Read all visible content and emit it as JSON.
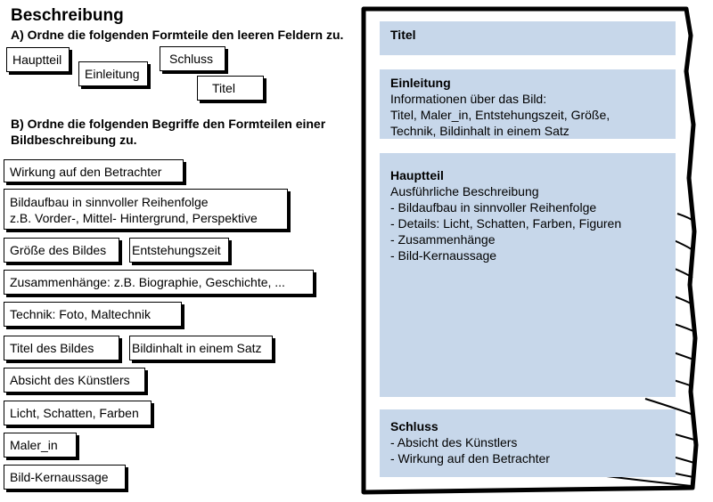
{
  "header": {
    "title": "Beschreibung",
    "task_a": "A) Ordne die folgenden Formteile den leeren Feldern zu.",
    "task_b": "B) Ordne die folgenden Begriffe den Formteilen einer Bildbeschreibung zu."
  },
  "formteile": [
    "Hauptteil",
    "Einleitung",
    "Schluss",
    "Titel"
  ],
  "begriffe": [
    {
      "lines": [
        "Wirkung auf den Betrachter"
      ]
    },
    {
      "lines": [
        "Bildaufbau in sinnvoller Reihenfolge",
        "z.B. Vorder-, Mittel- Hintergrund, Perspektive"
      ]
    },
    {
      "lines": [
        "Größe des Bildes"
      ]
    },
    {
      "lines": [
        "Entstehungszeit"
      ]
    },
    {
      "lines": [
        "Zusammenhänge: z.B. Biographie, Geschichte, ..."
      ]
    },
    {
      "lines": [
        "Technik: Foto, Maltechnik"
      ]
    },
    {
      "lines": [
        "Titel des Bildes"
      ]
    },
    {
      "lines": [
        "Bildinhalt in einem Satz"
      ]
    },
    {
      "lines": [
        "Absicht des Künstlers"
      ]
    },
    {
      "lines": [
        "Licht, Schatten, Farben"
      ]
    },
    {
      "lines": [
        "Maler_in"
      ]
    },
    {
      "lines": [
        "Bild-Kernaussage"
      ]
    }
  ],
  "notepad": {
    "sections": [
      {
        "heading": "Titel",
        "lines": []
      },
      {
        "heading": "Einleitung",
        "lines": [
          "Informationen über das Bild:",
          "Titel, Maler_in, Entstehungszeit, Größe,",
          "Technik, Bildinhalt in einem Satz"
        ]
      },
      {
        "heading": "Hauptteil",
        "lines": [
          "Ausführliche Beschreibung",
          "- Bildaufbau in sinnvoller Reihenfolge",
          "- Details: Licht, Schatten, Farben, Figuren",
          "- Zusammenhänge",
          "- Bild-Kernaussage"
        ]
      },
      {
        "heading": "Schluss",
        "lines": [
          "- Absicht des Künstlers",
          "- Wirkung auf den Betrachter"
        ]
      }
    ],
    "section_color": "#c7d7ea"
  }
}
